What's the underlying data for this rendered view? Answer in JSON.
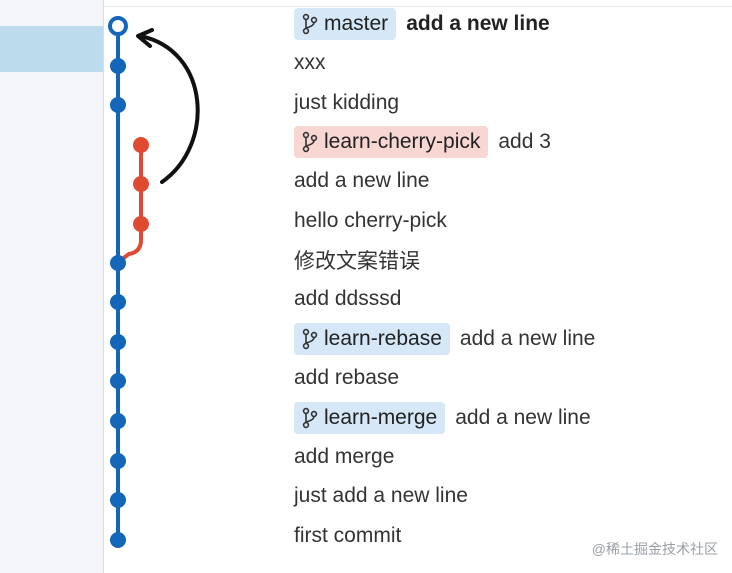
{
  "colors": {
    "branch_main": "#1466b8",
    "branch_side": "#e04a32",
    "badge_local": "#d6e7f8",
    "badge_cherry": "#f8d6d2",
    "annotation_arrow": "#111111"
  },
  "commits": [
    {
      "message": "add a new line",
      "bold": true,
      "badge": {
        "label": "master",
        "style": "blue",
        "icon": "branch-icon"
      }
    },
    {
      "message": "xxx"
    },
    {
      "message": "just kidding"
    },
    {
      "message": "add 3",
      "badge": {
        "label": "learn-cherry-pick",
        "style": "red",
        "icon": "branch-icon"
      }
    },
    {
      "message": "add a new line"
    },
    {
      "message": "hello cherry-pick"
    },
    {
      "message": "修改文案错误"
    },
    {
      "message": "add ddsssd"
    },
    {
      "message": "add a new line",
      "badge": {
        "label": "learn-rebase",
        "style": "blue",
        "icon": "branch-icon"
      }
    },
    {
      "message": "add rebase"
    },
    {
      "message": "add a new line",
      "badge": {
        "label": "learn-merge",
        "style": "blue",
        "icon": "branch-icon"
      }
    },
    {
      "message": "add merge"
    },
    {
      "message": "just add a new line"
    },
    {
      "message": "first commit"
    }
  ],
  "watermark": "@稀土掘金技术社区"
}
